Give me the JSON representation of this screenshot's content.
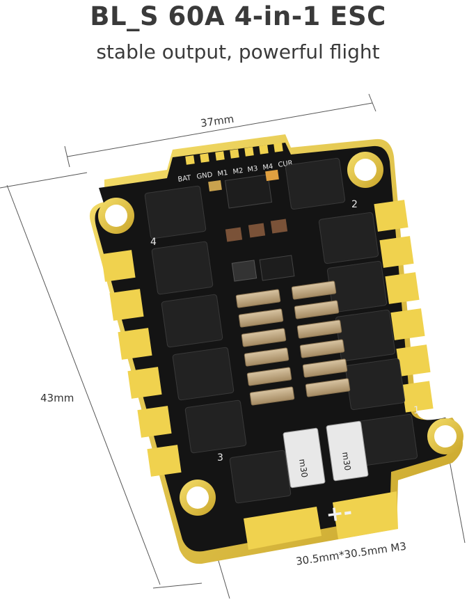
{
  "header": {
    "title": "BL_S 60A 4-in-1 ESC",
    "subtitle": "stable output, powerful flight"
  },
  "dimensions": {
    "width": "37mm",
    "height": "43mm",
    "mount": "30.5mm*30.5mm M3"
  },
  "board": {
    "pad_labels": [
      "BAT",
      "GND",
      "M1",
      "M2",
      "M3",
      "M4",
      "CUR"
    ],
    "motor_numbers": [
      "1",
      "2",
      "3",
      "4"
    ],
    "power_sign": "+-",
    "shunt_label": "m30",
    "colors": {
      "pcb": "#141414",
      "gold": "#f0d24e",
      "chip": "#202020",
      "capacitor": "#bfa885"
    }
  }
}
